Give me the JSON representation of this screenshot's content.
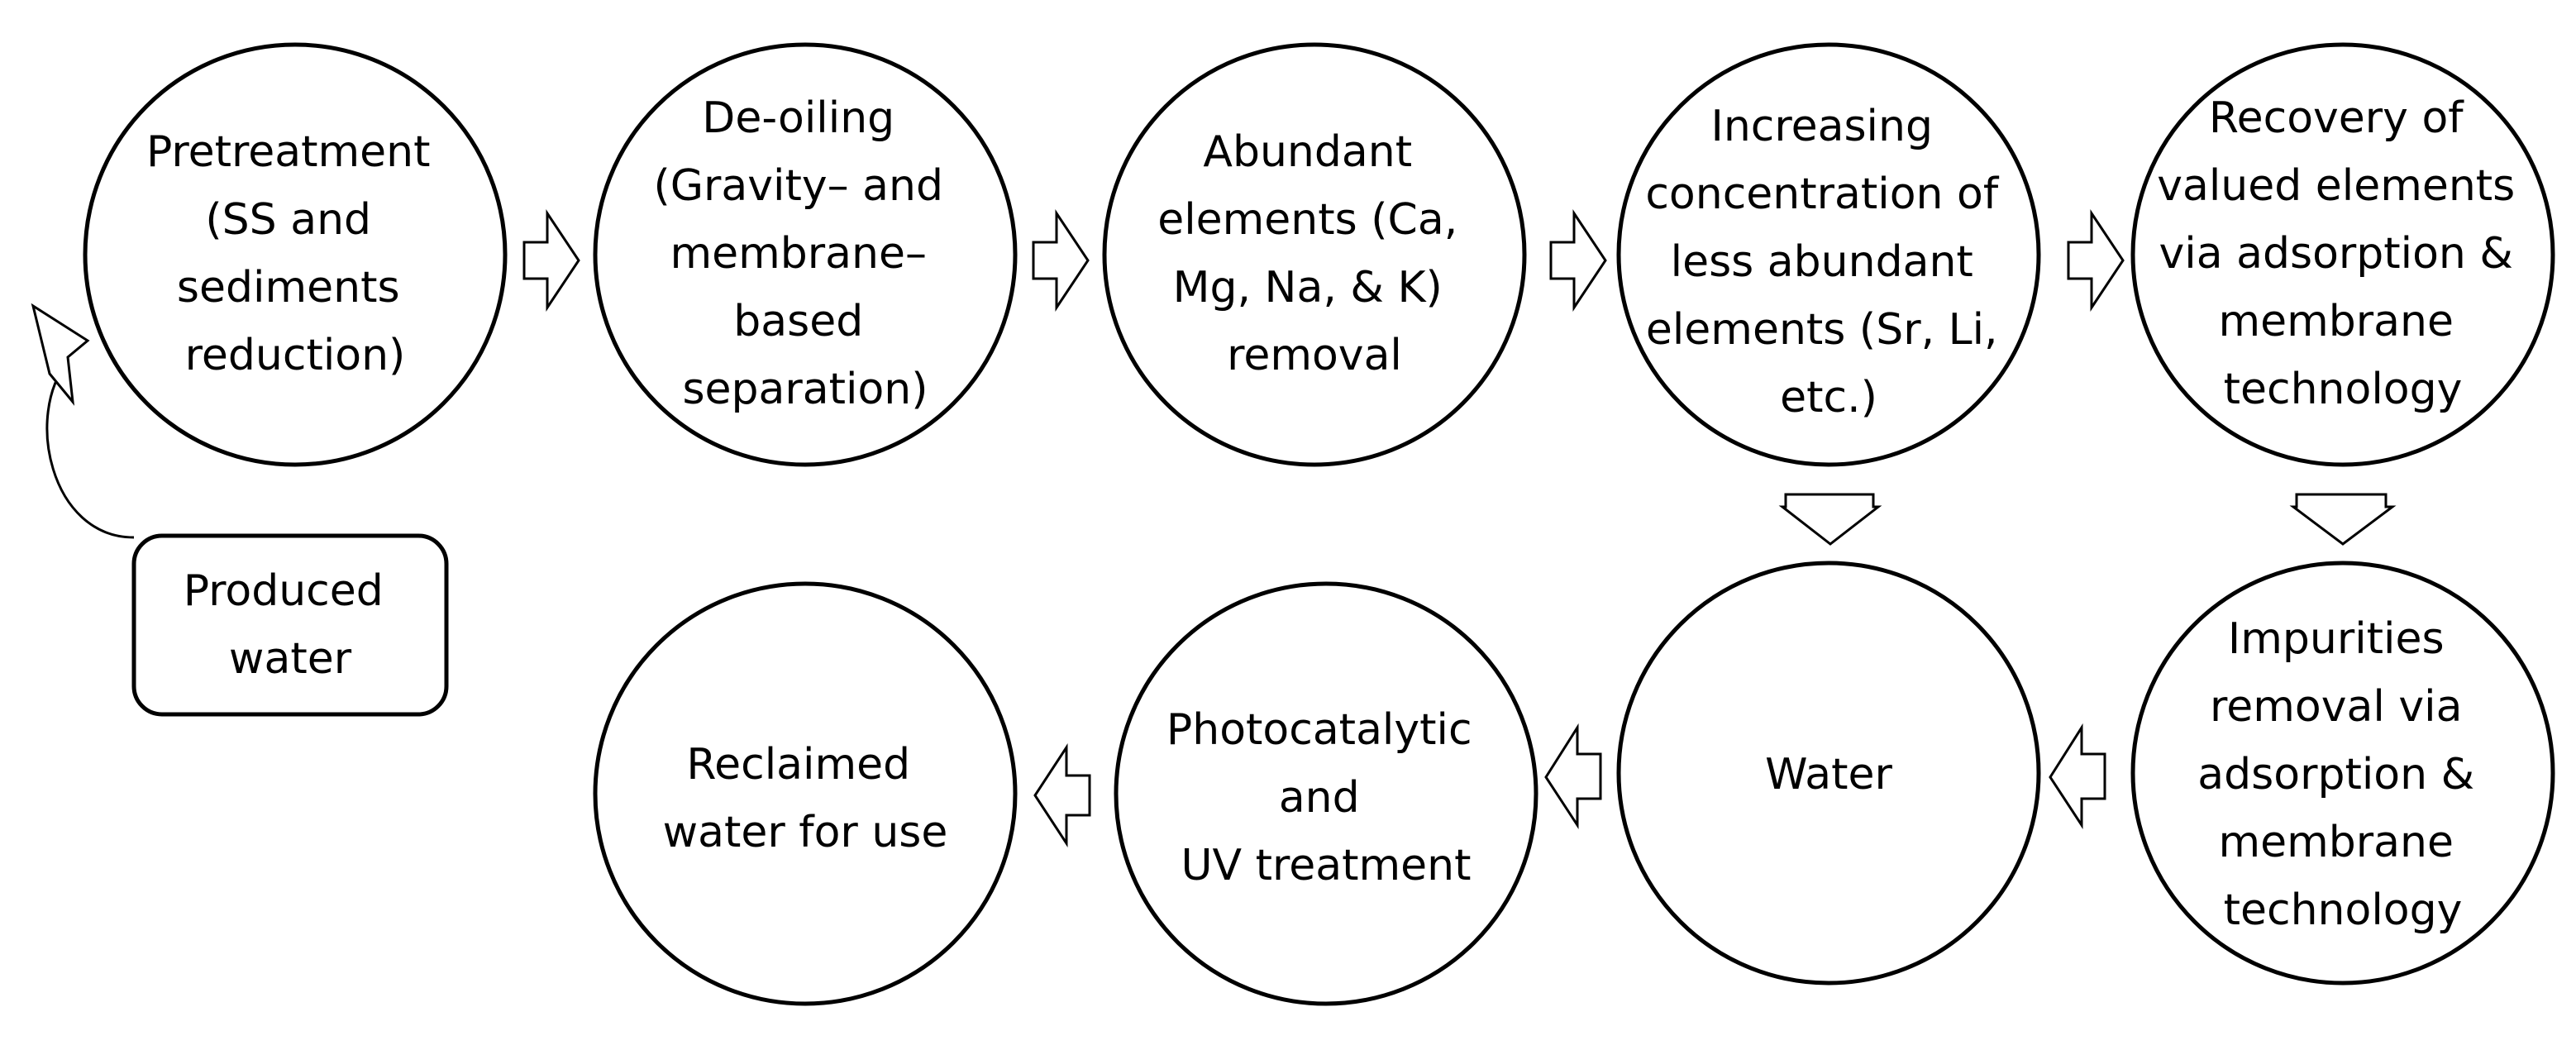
{
  "source": {
    "lines": [
      "Produced",
      "water"
    ]
  },
  "stages": [
    {
      "id": "pretreatment",
      "lines": [
        "Pretreatment",
        "(SS and",
        "sediments",
        "reduction)"
      ]
    },
    {
      "id": "de-oiling",
      "lines": [
        "De-oiling",
        "(Gravity– and",
        "membrane–",
        "based",
        "separation)"
      ]
    },
    {
      "id": "abundant-removal",
      "lines": [
        "Abundant",
        "elements (Ca,",
        "Mg, Na, & K)",
        "removal"
      ]
    },
    {
      "id": "concentration",
      "lines": [
        "Increasing",
        "concentration of",
        "less abundant",
        "elements (Sr, Li,",
        "etc.)"
      ]
    },
    {
      "id": "recovery",
      "lines": [
        "Recovery of",
        "valued elements",
        "via adsorption &",
        "membrane",
        "technology"
      ]
    },
    {
      "id": "impurities-removal",
      "lines": [
        "Impurities",
        "removal via",
        "adsorption &",
        "membrane",
        "technology"
      ]
    },
    {
      "id": "water",
      "lines": [
        "Water"
      ]
    },
    {
      "id": "photocatalytic",
      "lines": [
        "Photocatalytic",
        "and",
        "UV treatment"
      ]
    },
    {
      "id": "reclaimed",
      "lines": [
        "Reclaimed",
        "water for use"
      ]
    }
  ]
}
